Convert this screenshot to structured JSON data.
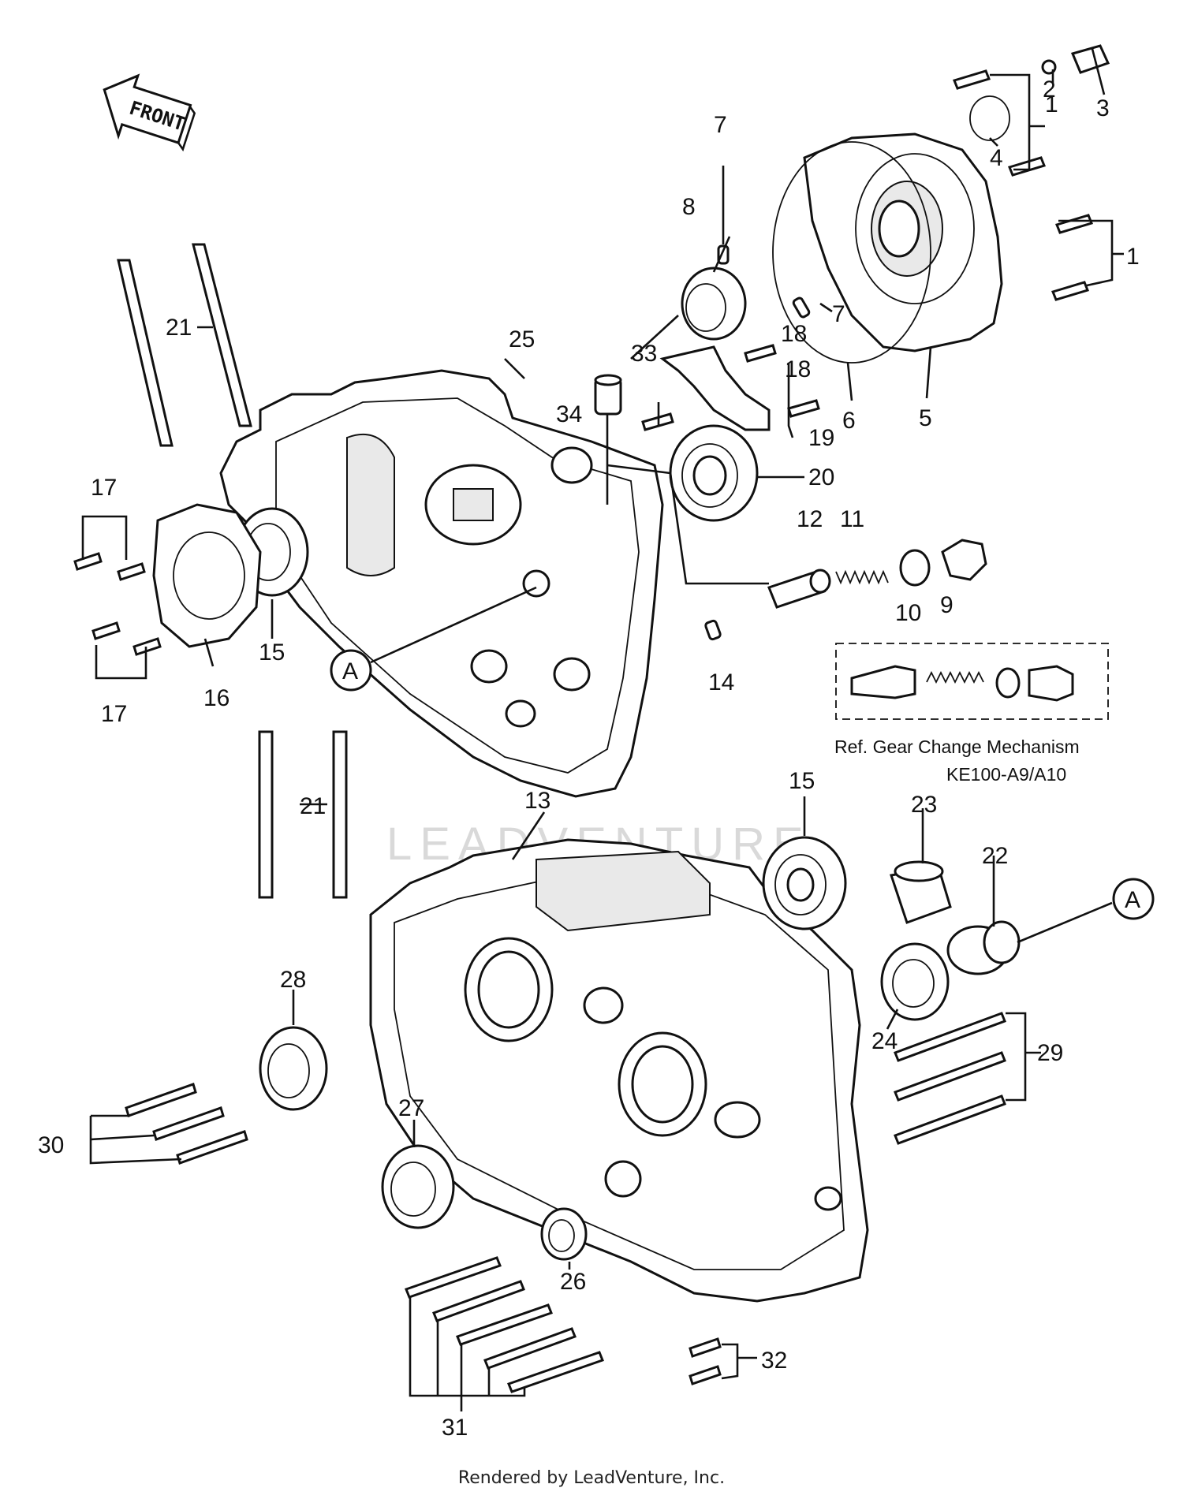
{
  "arrow_label": "FRONT",
  "watermark": "LEADVENTURE",
  "ref_box": {
    "line1": "Ref. Gear Change Mechanism",
    "line2": "KE100-A9/A10"
  },
  "circle_marker": "A",
  "labels": {
    "l1a": "1",
    "l1b": "1",
    "l2": "2",
    "l3": "3",
    "l4": "4",
    "l5": "5",
    "l6": "6",
    "l7a": "7",
    "l7b": "7",
    "l8": "8",
    "l9": "9",
    "l10": "10",
    "l11": "11",
    "l12": "12",
    "l13": "13",
    "l14": "14",
    "l15a": "15",
    "l15b": "15",
    "l16": "16",
    "l17a": "17",
    "l17b": "17",
    "l18a": "18",
    "l18b": "18",
    "l19": "19",
    "l20": "20",
    "l21a": "21",
    "l21b": "21",
    "l22": "22",
    "l23": "23",
    "l24": "24",
    "l25": "25",
    "l26": "26",
    "l27": "27",
    "l28": "28",
    "l29": "29",
    "l30": "30",
    "l31": "31",
    "l32": "32",
    "l33": "33",
    "l34": "34"
  },
  "footer": "Rendered by LeadVenture, Inc."
}
